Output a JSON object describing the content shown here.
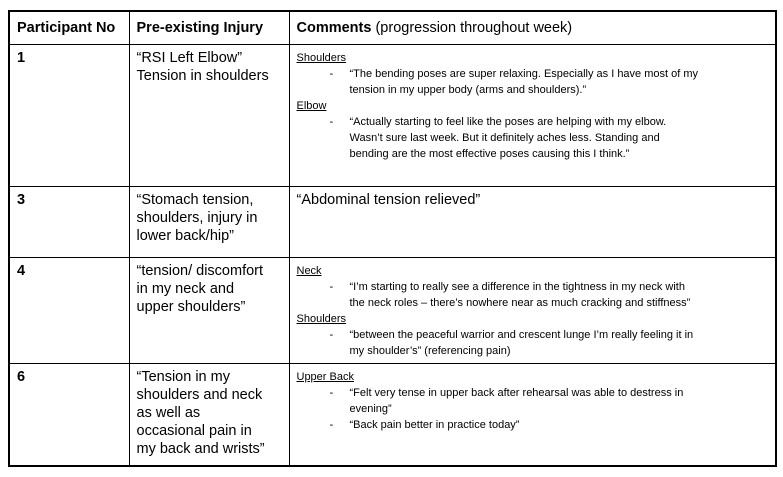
{
  "marks": {
    "bullet": "-"
  },
  "colors": {
    "border": "#000000",
    "text": "#000000",
    "background": "#ffffff"
  },
  "table": {
    "header": {
      "participant": "Participant No",
      "injury": "Pre-existing Injury",
      "comments_bold": "Comments",
      "comments_note": " (progression throughout week)"
    },
    "rows": [
      {
        "participant": "1",
        "injury": "“RSI Left Elbow”\nTension in shoulders",
        "comments": {
          "sections": [
            {
              "heading": "Shoulders",
              "bullets": [
                "“The bending poses are super relaxing. Especially as I have most of my\ntension in my upper body (arms and shoulders).”"
              ]
            },
            {
              "heading": "Elbow",
              "bullets": [
                "“Actually starting to feel like the poses are helping with my elbow.\nWasn’t sure last week. But it definitely aches less. Standing and\nbending are the most effective poses causing this I think.”"
              ]
            }
          ]
        }
      },
      {
        "participant": "3",
        "injury": "“Stomach tension,\nshoulders, injury in\nlower back/hip”",
        "comments": {
          "text": "“Abdominal tension relieved”"
        }
      },
      {
        "participant": "4",
        "injury": "“tension/ discomfort\nin my neck and\nupper shoulders”",
        "comments": {
          "sections": [
            {
              "heading": "Neck",
              "bullets": [
                "“I’m starting to really see a difference in the tightness in my neck with\nthe neck roles – there’s nowhere near as much cracking and stiffness”"
              ]
            },
            {
              "heading": "Shoulders",
              "bullets": [
                "“between the peaceful warrior and crescent lunge I’m really feeling it in\nmy shoulder’s” (referencing pain)"
              ]
            }
          ]
        }
      },
      {
        "participant": "6",
        "injury": "“Tension in my\nshoulders and neck\nas well as\noccasional pain in\nmy back and wrists”",
        "comments": {
          "sections": [
            {
              "heading": "Upper Back",
              "bullets": [
                "“Felt very tense in upper back after rehearsal was able to destress in\nevening”",
                "“Back pain better in practice today”"
              ]
            }
          ]
        }
      }
    ]
  }
}
